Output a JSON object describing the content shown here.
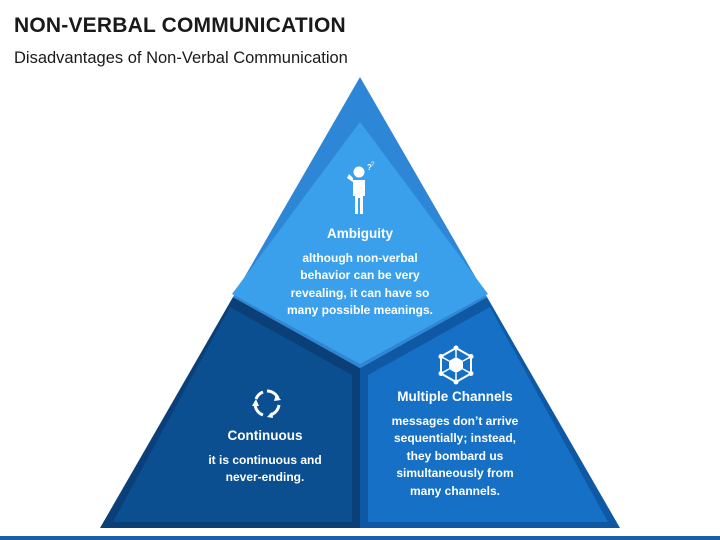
{
  "header": {
    "title": "NON-VERBAL COMMUNICATION",
    "subtitle": "Disadvantages of Non-Verbal Communication"
  },
  "segments": [
    {
      "id": "ambiguity",
      "title": "Ambiguity",
      "description": "although non-verbal behavior can be very revealing, it can have so many possible meanings.",
      "icon": "confused-person-icon",
      "color": "#3aa0ec"
    },
    {
      "id": "continuous",
      "title": "Continuous",
      "description": "it is continuous and never-ending.",
      "icon": "cycle-arrows-icon",
      "color": "#0b4f91"
    },
    {
      "id": "multiple-channels",
      "title": "Multiple Channels",
      "description": "messages don’t arrive sequentially; instead, they bombard us simultaneously from many channels.",
      "icon": "network-hexagon-icon",
      "color": "#1570c6"
    }
  ],
  "colors": {
    "outer_top": "#2e86d6",
    "outer_left": "#0a3f78",
    "outer_right": "#0f58a4",
    "bottom_bar": "#1a5fa8"
  }
}
